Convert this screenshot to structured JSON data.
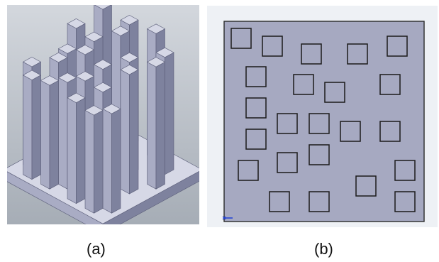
{
  "figure": {
    "panel_a": {
      "caption": "(a)",
      "description_icon": "isometric-pin-fin-heat-sink",
      "colors": {
        "background_top": "#d3d7dd",
        "background_bottom": "#a6adb6",
        "top_face": "#d6d8e6",
        "left_face": "#a9acc4",
        "right_face": "#7e829e",
        "edge": "#5a5d78"
      }
    },
    "panel_b": {
      "caption": "(b)",
      "description_icon": "top-view-pin-layout",
      "colors": {
        "background": "#eef1f5",
        "plate": "#a6a9c1",
        "pin_outline": "#1b1b1b",
        "origin_marker": "#1f3fd6"
      }
    }
  }
}
